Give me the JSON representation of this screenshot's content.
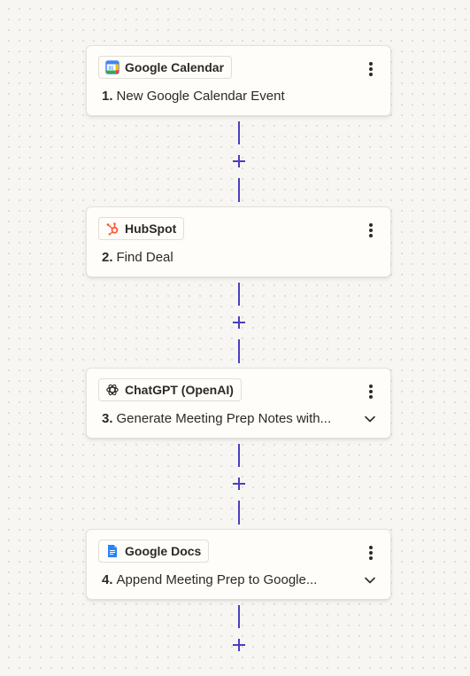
{
  "steps": [
    {
      "number": "1.",
      "title": "New Google Calendar Event",
      "app": "Google Calendar",
      "icon": "google-calendar-icon",
      "calendar_day": "31",
      "expandable": false
    },
    {
      "number": "2.",
      "title": "Find Deal",
      "app": "HubSpot",
      "icon": "hubspot-icon",
      "expandable": false
    },
    {
      "number": "3.",
      "title": "Generate Meeting Prep Notes with...",
      "app": "ChatGPT (OpenAI)",
      "icon": "chatgpt-icon",
      "expandable": true
    },
    {
      "number": "4.",
      "title": "Append Meeting Prep to Google...",
      "app": "Google Docs",
      "icon": "google-docs-icon",
      "expandable": true
    }
  ],
  "colors": {
    "connector": "#4b3fbf",
    "hubspot": "#ff5c35",
    "google_blue": "#4285f4",
    "google_docs": "#2684fc"
  }
}
